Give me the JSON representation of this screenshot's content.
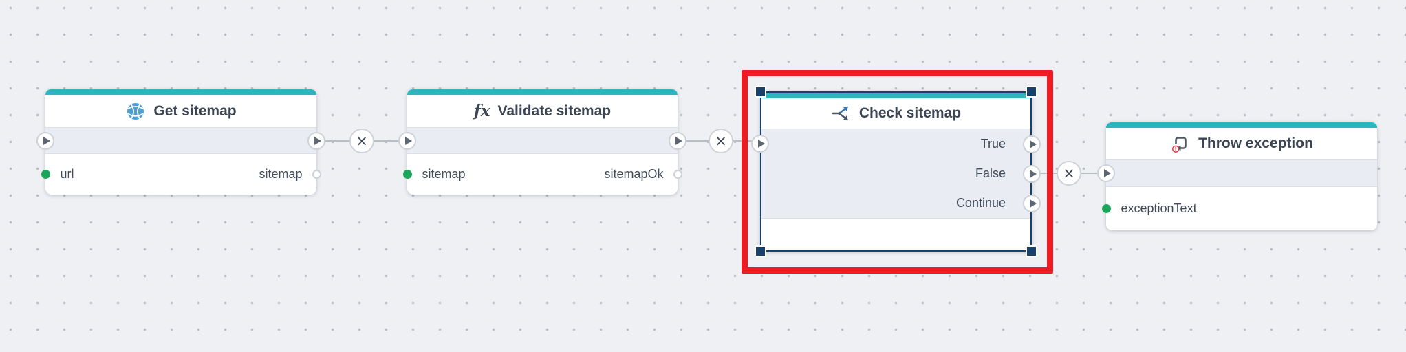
{
  "canvas": {
    "type": "node-flow-editor",
    "dot_grid": true
  },
  "nodes": [
    {
      "title": "Get sitemap",
      "icon": "globe-icon",
      "input": "url",
      "output": "sitemap",
      "selected": false
    },
    {
      "title": "Validate sitemap",
      "icon": "fx-icon",
      "input": "sitemap",
      "output": "sitemapOk",
      "selected": false
    },
    {
      "title": "Check sitemap",
      "icon": "branch-icon",
      "branches": [
        "True",
        "False",
        "Continue"
      ],
      "selected": true,
      "highlighted": true
    },
    {
      "title": "Throw exception",
      "icon": "throw-exception-icon",
      "input": "exceptionText",
      "selected": false
    }
  ],
  "connections": [
    {
      "from": "Get sitemap",
      "to": "Validate sitemap"
    },
    {
      "from": "Validate sitemap",
      "to": "Check sitemap"
    },
    {
      "from": "Check sitemap.False",
      "to": "Throw exception"
    }
  ],
  "glyphs": {
    "fx": "fx",
    "delete_connection": "×"
  },
  "colors": {
    "canvas_bg": "#eef0f4",
    "accent_teal": "#2bb6bf",
    "section_gray": "#e9ecf2",
    "selection_navy": "#17406b",
    "highlight_red": "#ec1b24",
    "pin_green": "#1ca65c",
    "line_gray": "#b8bdc6",
    "text_dark": "#3b4553"
  }
}
